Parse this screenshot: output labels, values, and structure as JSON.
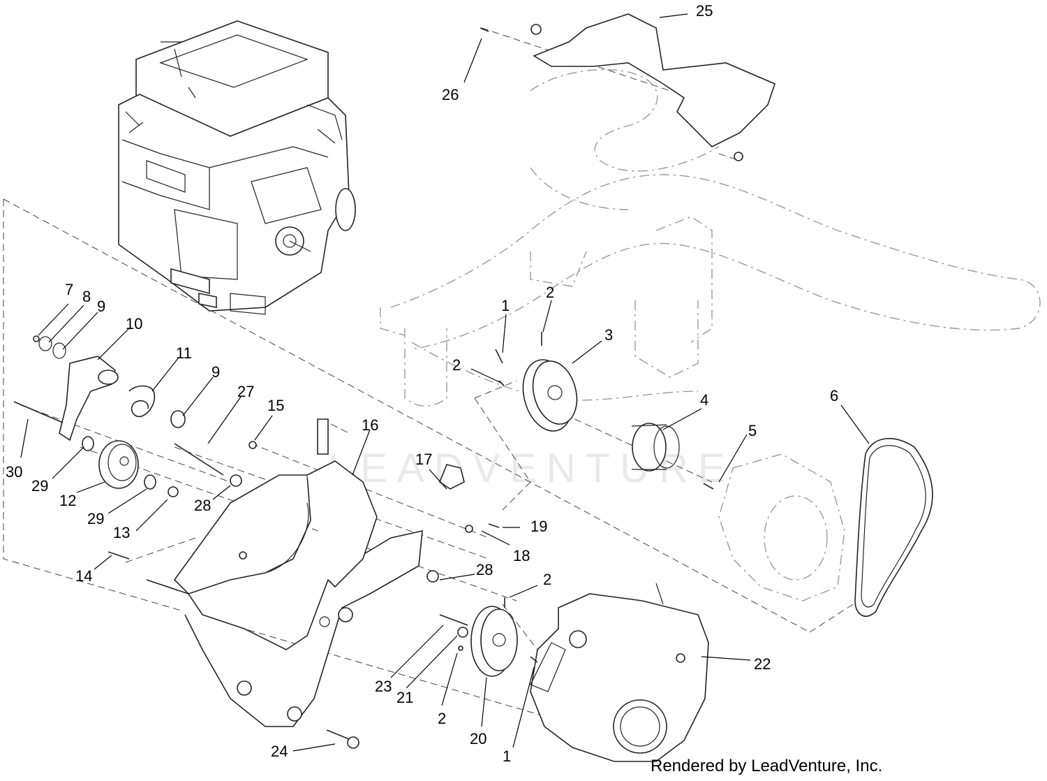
{
  "diagram": {
    "credit": "Rendered by LeadVenture, Inc.",
    "watermark": "LEADVENTURE",
    "callouts": [
      "7",
      "8",
      "9",
      "10",
      "11",
      "9",
      "27",
      "15",
      "16",
      "17",
      "1",
      "2",
      "3",
      "2",
      "4",
      "5",
      "6",
      "30",
      "29",
      "12",
      "29",
      "13",
      "28",
      "19",
      "18",
      "14",
      "28",
      "2",
      "25",
      "26",
      "23",
      "21",
      "2",
      "20",
      "1",
      "22",
      "24"
    ]
  }
}
